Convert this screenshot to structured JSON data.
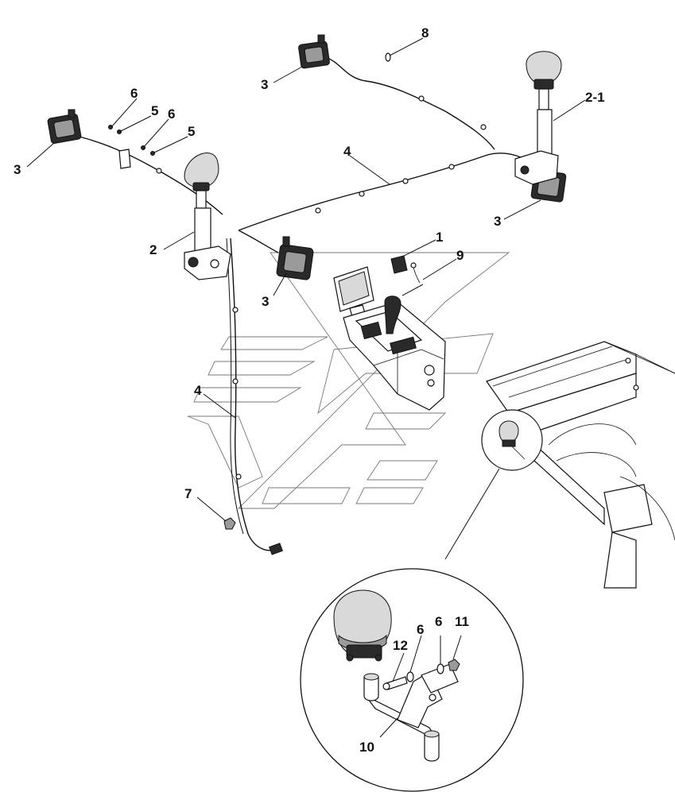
{
  "diagram": {
    "callouts": {
      "c1": "1",
      "c2": "2",
      "c2_1": "2-1",
      "c3_top": "3",
      "c3_left": "3",
      "c3_right": "3",
      "c3_mid": "3",
      "c4_top": "4",
      "c4_left": "4",
      "c5_a": "5",
      "c5_b": "5",
      "c6_a": "6",
      "c6_b": "6",
      "c7": "7",
      "c8": "8",
      "c9": "9",
      "c10": "10",
      "c11": "11",
      "c12": "12",
      "c6_detail": "6",
      "c6_detail2": "6"
    }
  }
}
